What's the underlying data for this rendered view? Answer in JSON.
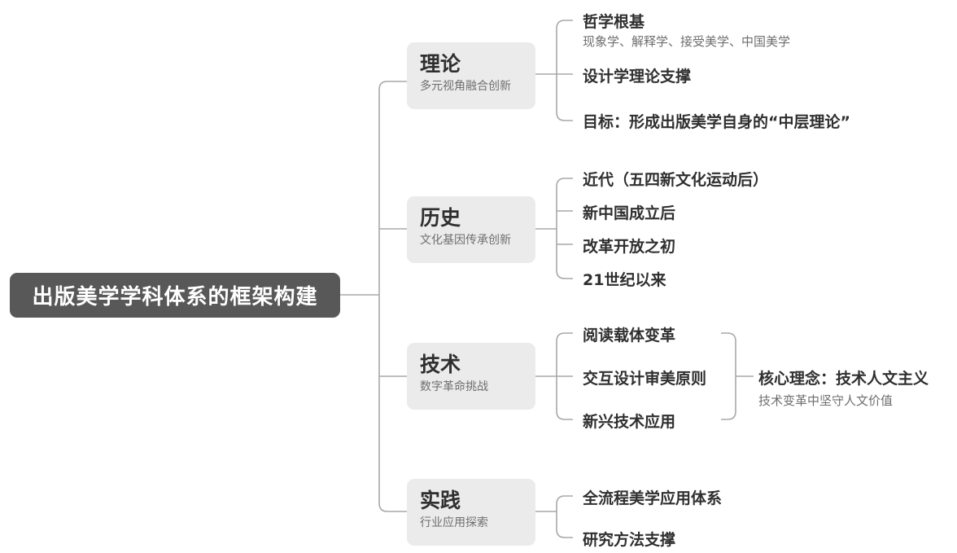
{
  "root": {
    "label": "出版美学学科体系的框架构建"
  },
  "branches": [
    {
      "title": "理论",
      "subtitle": "多元视角融合创新",
      "items": [
        {
          "label": "哲学根基",
          "note": "现象学、解释学、接受美学、中国美学"
        },
        {
          "label": "设计学理论支撑"
        },
        {
          "label": "目标：形成出版美学自身的“中层理论”"
        }
      ]
    },
    {
      "title": "历史",
      "subtitle": "文化基因传承创新",
      "items": [
        {
          "label": "近代（五四新文化运动后）"
        },
        {
          "label": "新中国成立后"
        },
        {
          "label": "改革开放之初"
        },
        {
          "label": "21世纪以来"
        }
      ]
    },
    {
      "title": "技术",
      "subtitle": "数字革命挑战",
      "items": [
        {
          "label": "阅读载体变革"
        },
        {
          "label": "交互设计审美原则"
        },
        {
          "label": "新兴技术应用"
        }
      ],
      "core": {
        "label": "核心理念：技术人文主义",
        "note": "技术变革中坚守人文价值"
      }
    },
    {
      "title": "实践",
      "subtitle": "行业应用探索",
      "items": [
        {
          "label": "全流程美学应用体系"
        },
        {
          "label": "研究方法支撑"
        }
      ]
    }
  ]
}
